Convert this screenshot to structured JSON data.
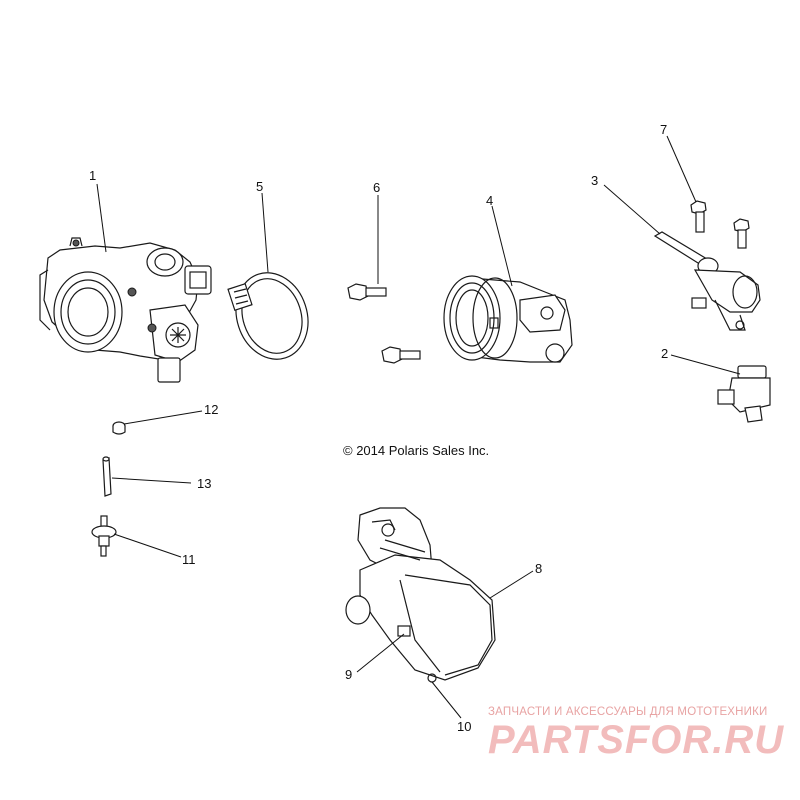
{
  "copyright": "© 2014 Polaris Sales Inc.",
  "watermark": {
    "tagline": "ЗАПЧАСТИ И АКСЕССУАРЫ ДЛЯ МОТОТЕХНИКИ",
    "brand": "PARTSFOR.RU",
    "color": "#f2bcbc"
  },
  "callouts": [
    {
      "id": "1",
      "label": "1"
    },
    {
      "id": "2",
      "label": "2"
    },
    {
      "id": "3",
      "label": "3"
    },
    {
      "id": "4",
      "label": "4"
    },
    {
      "id": "5",
      "label": "5"
    },
    {
      "id": "6",
      "label": "6"
    },
    {
      "id": "7",
      "label": "7"
    },
    {
      "id": "8",
      "label": "8"
    },
    {
      "id": "9",
      "label": "9"
    },
    {
      "id": "10",
      "label": "10"
    },
    {
      "id": "11",
      "label": "11"
    },
    {
      "id": "12",
      "label": "12"
    },
    {
      "id": "13",
      "label": "13"
    }
  ]
}
